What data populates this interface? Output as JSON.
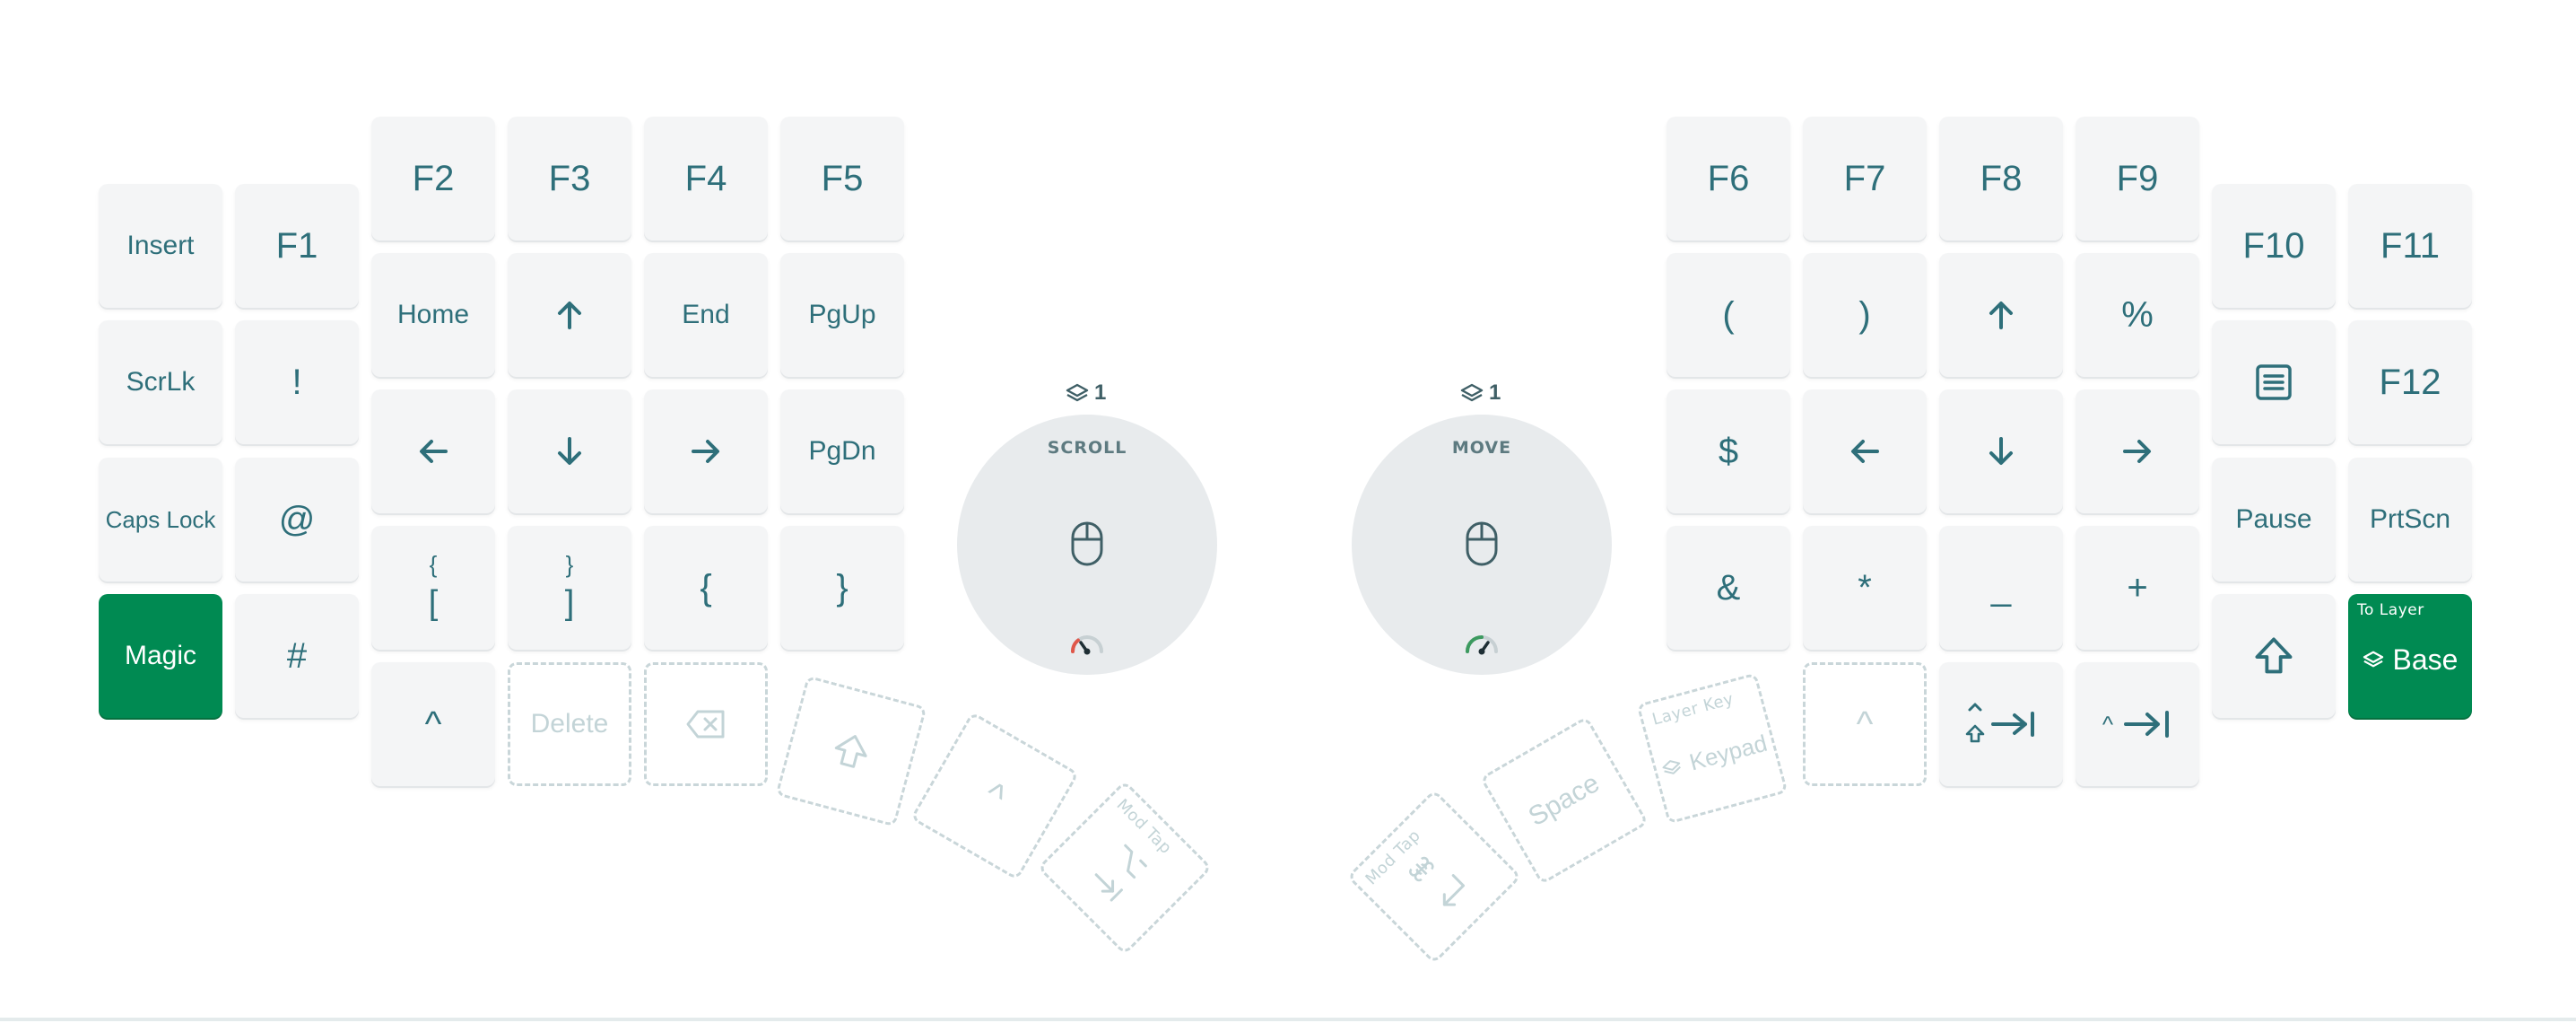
{
  "left": {
    "insert": "Insert",
    "scrlk": "ScrLk",
    "caps": "Caps Lock",
    "magic": "Magic",
    "f1": "F1",
    "excl": "!",
    "at": "@",
    "hash": "#",
    "f2": "F2",
    "f3": "F3",
    "f4": "F4",
    "f5": "F5",
    "home": "Home",
    "end": "End",
    "pgup": "PgUp",
    "pgdn": "PgDn",
    "lbrk_top": "{",
    "lbrk_bot": "[",
    "rbrk_top": "}",
    "rbrk_bot": "]",
    "lbrace": "{",
    "rbrace": "}",
    "caret": "^",
    "delete": "Delete",
    "ctrl_glyph": "^",
    "modtap_label": "Mod Tap"
  },
  "right": {
    "f6": "F6",
    "f7": "F7",
    "f8": "F8",
    "f9": "F9",
    "f10": "F10",
    "f11": "F11",
    "f12": "F12",
    "lparen": "(",
    "rparen": ")",
    "percent": "%",
    "dollar": "$",
    "amp": "&",
    "star": "*",
    "underscore": "_",
    "plus": "+",
    "pause": "Pause",
    "prtscn": "PrtScn",
    "to_layer_label": "To Layer",
    "base": "Base",
    "modtap_label": "Mod Tap",
    "space": "Space",
    "layerkey_label": "Layer Key",
    "keypad": "Keypad",
    "ctrl_glyph": "^",
    "ctrl_glyph2": "^"
  },
  "encoders": {
    "left": {
      "layer": "1",
      "label": "SCROLL"
    },
    "right": {
      "layer": "1",
      "label": "MOVE"
    }
  },
  "colors": {
    "accent": "#008a52",
    "text": "#2e6f7a",
    "ghost": "#c9d6d9",
    "key_bg": "#f4f5f6"
  }
}
